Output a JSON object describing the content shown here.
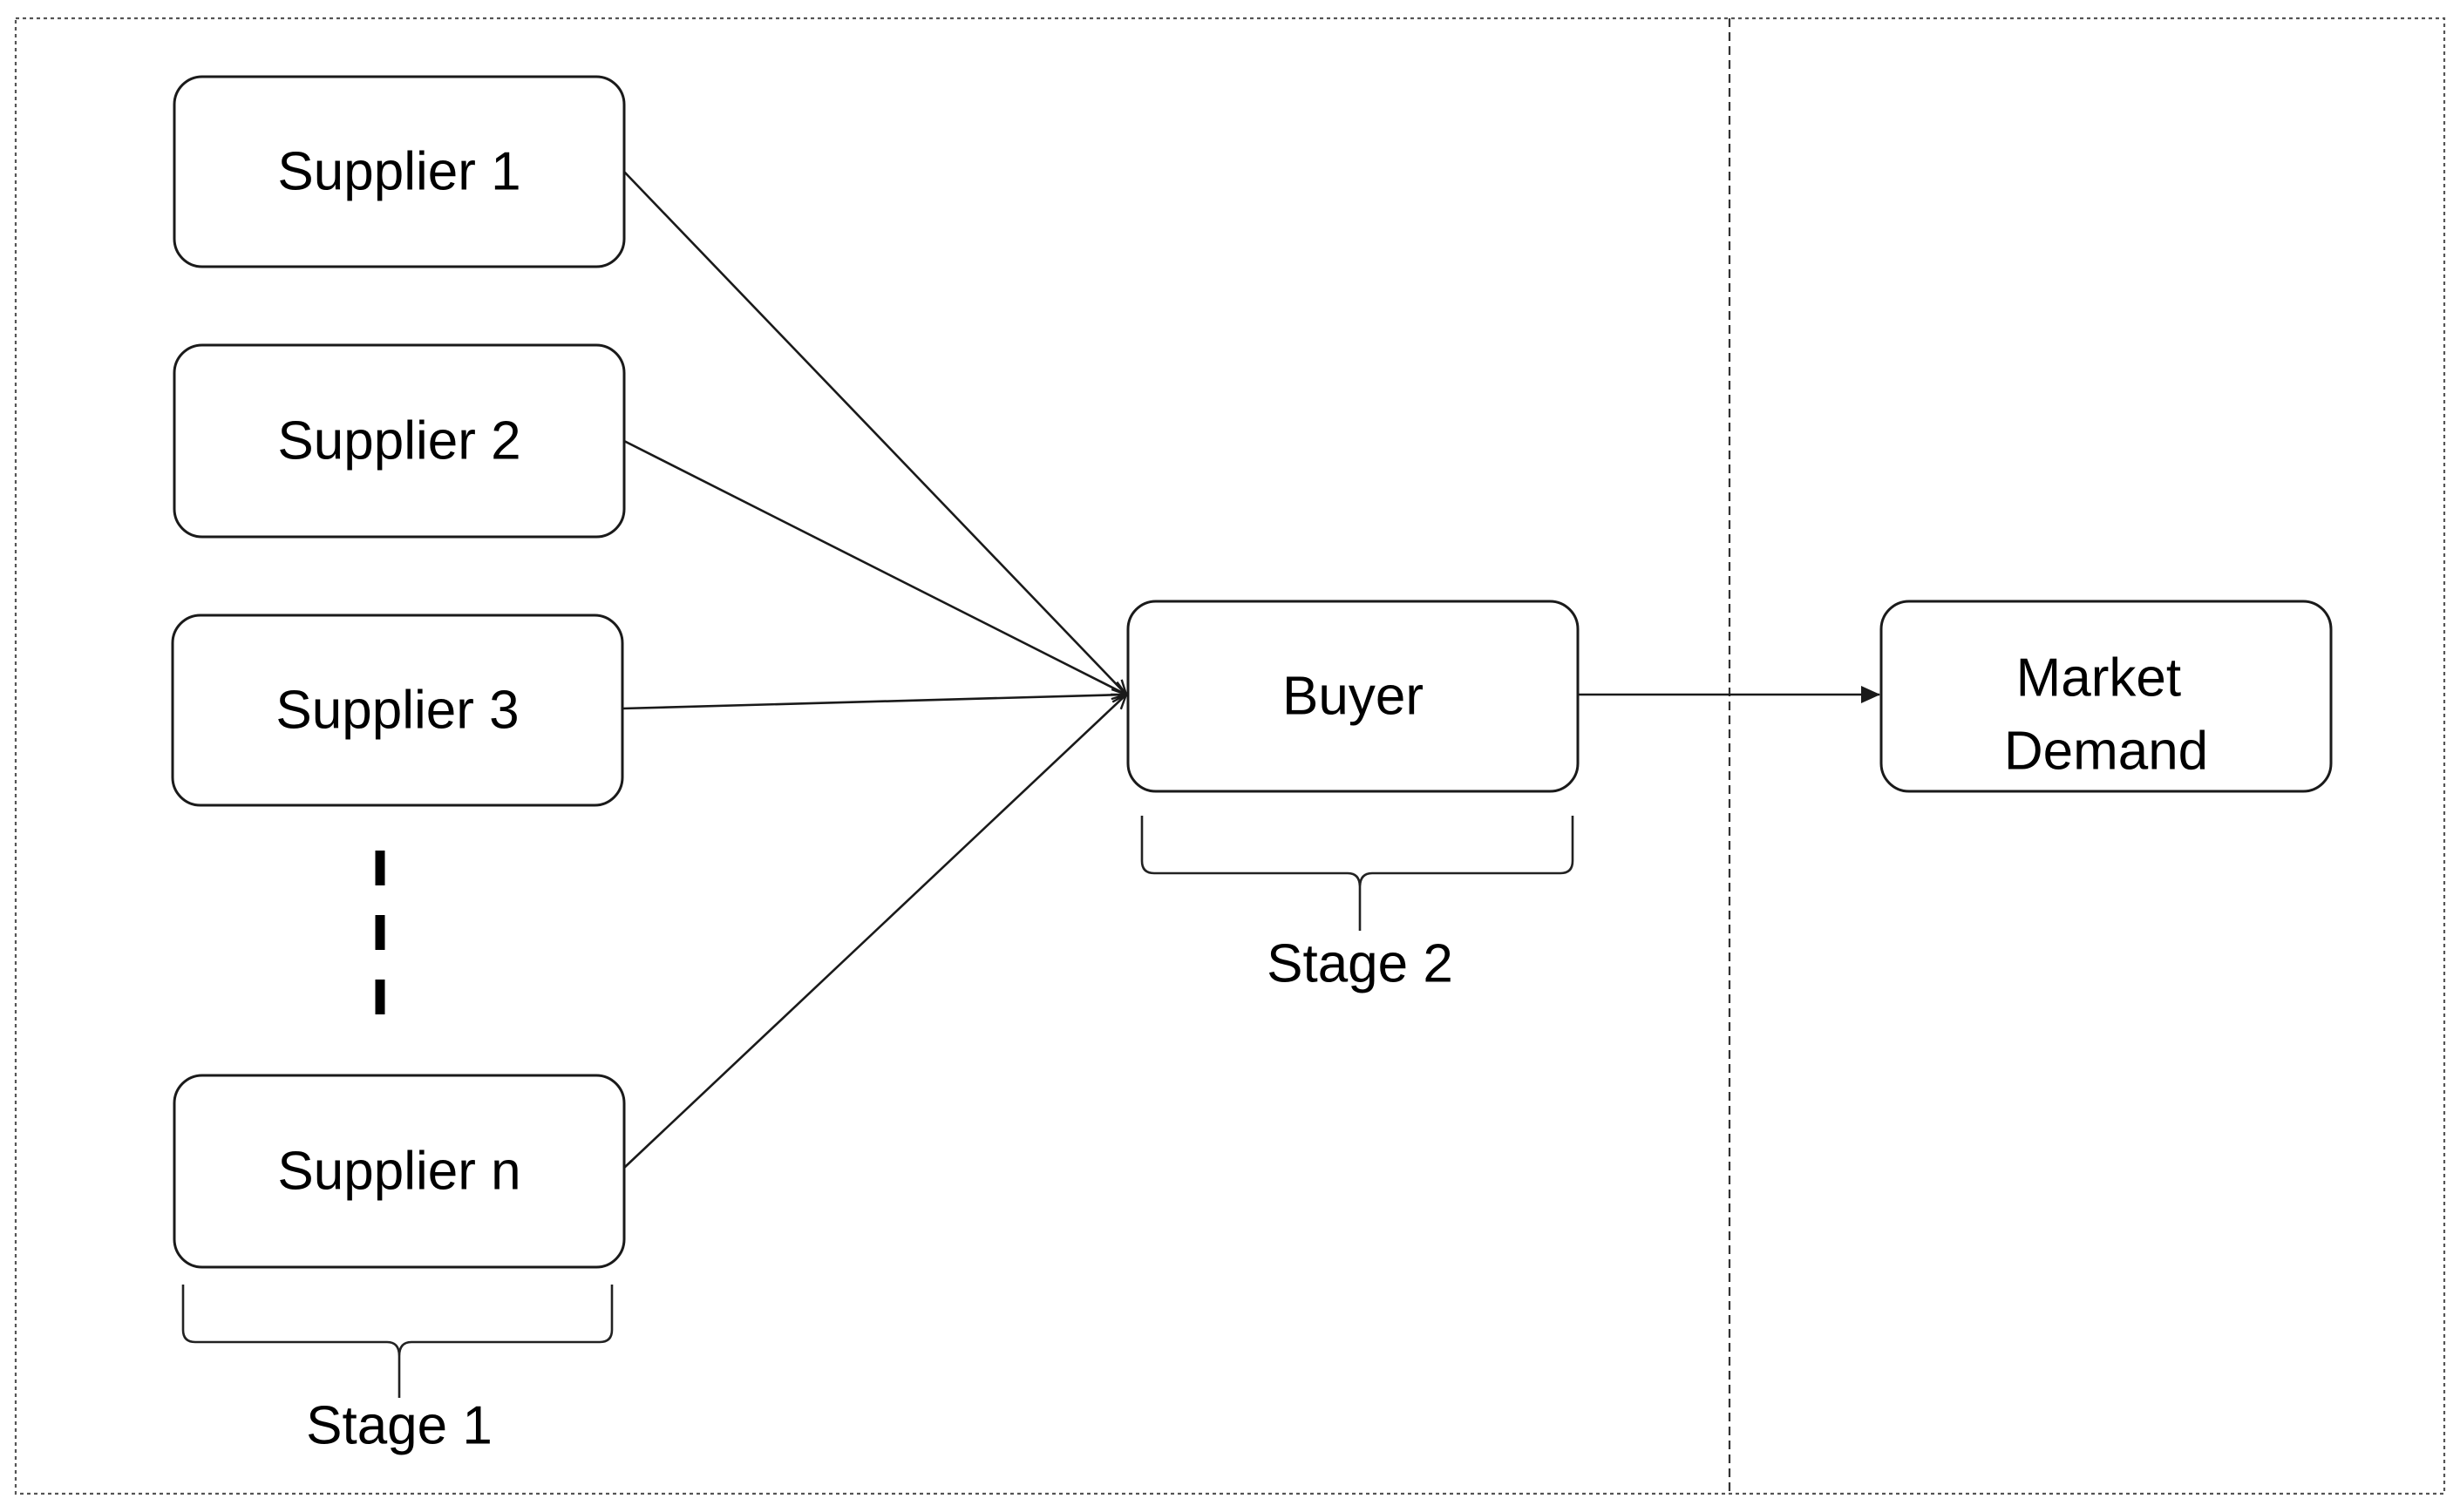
{
  "nodes": {
    "supplier_1": "Supplier 1",
    "supplier_2": "Supplier 2",
    "supplier_3": "Supplier 3",
    "supplier_n": "Supplier n",
    "buyer": "Buyer",
    "market_demand": [
      "Market",
      "Demand"
    ]
  },
  "stages": {
    "stage_1": "Stage 1",
    "stage_2": "Stage 2"
  },
  "edges": [
    {
      "from": "Supplier 1",
      "to": "Buyer"
    },
    {
      "from": "Supplier 2",
      "to": "Buyer"
    },
    {
      "from": "Supplier 3",
      "to": "Buyer"
    },
    {
      "from": "Supplier n",
      "to": "Buyer"
    },
    {
      "from": "Buyer",
      "to": "Market Demand"
    }
  ],
  "colors": {
    "stroke": "#1a1a1a",
    "background": "#ffffff"
  }
}
